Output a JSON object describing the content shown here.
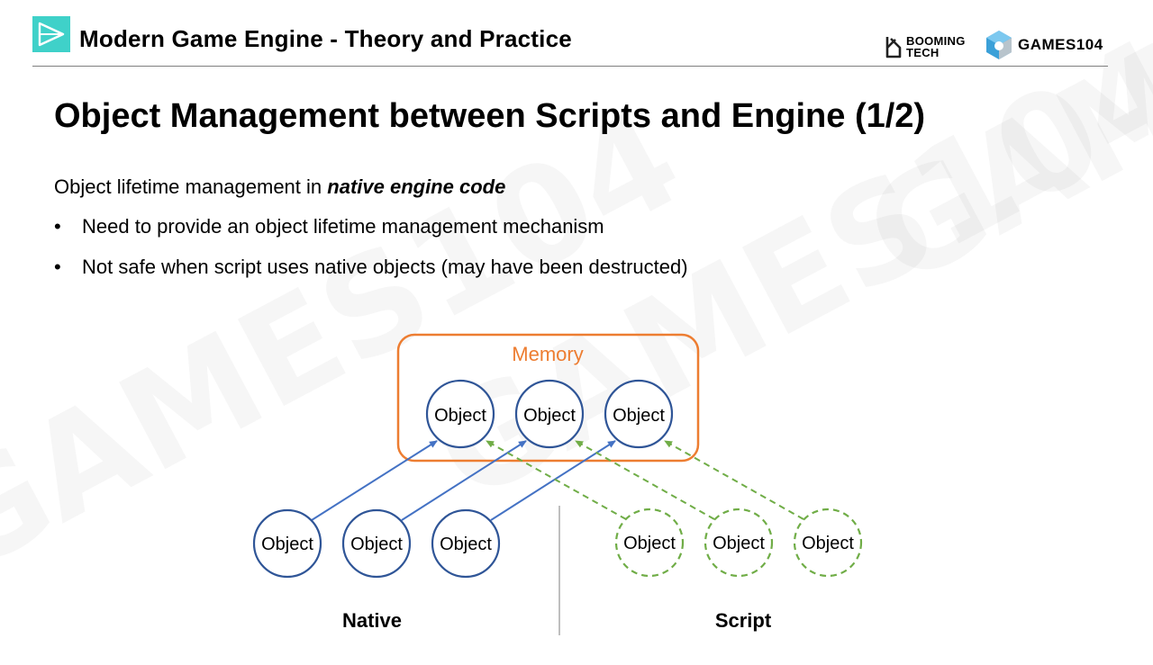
{
  "header": {
    "title": "Modern Game Engine - Theory and Practice",
    "brand_booming_line1": "BOOMING",
    "brand_booming_line2": "TECH",
    "brand_games": "GAMES104"
  },
  "slide": {
    "title": "Object Management between Scripts and Engine (1/2)",
    "intro_prefix": "Object lifetime management in ",
    "intro_emphasis": "native engine code",
    "bullets": [
      "Need to provide an object lifetime management mechanism",
      "Not safe when script uses native objects (may have been destructed)"
    ]
  },
  "diagram": {
    "memory_label": "Memory",
    "object_label": "Object",
    "native_label": "Native",
    "script_label": "Script",
    "colors": {
      "memory_border": "#ed7d31",
      "native_circle": "#2f5597",
      "native_arrow": "#4472c4",
      "script_circle": "#70ad47",
      "divider": "#bfbfbf"
    }
  },
  "logo_colors": {
    "header_icon": "#3fd1c9",
    "games_icon_blue": "#3ba0d8",
    "games_icon_gray": "#b8c4cc"
  }
}
